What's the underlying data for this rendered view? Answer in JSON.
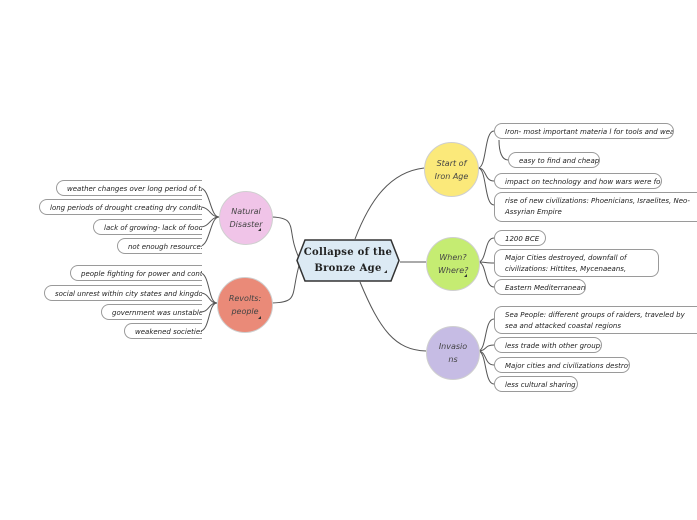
{
  "central": {
    "title": "Collapse of the Bronze Age"
  },
  "topics": {
    "natural_disaster": {
      "label": "Natural Disaster",
      "color": "#f0c4e8",
      "items": [
        "weather changes over long period of time",
        "long periods of drought creating dry conditions",
        "lack of growing- lack of food",
        "not enough resources"
      ]
    },
    "revolts": {
      "label": "Revolts: people",
      "color": "#ea8a78",
      "items": [
        "people fighting for power and control",
        "social unrest within city states and kingdoms",
        "government was unstable",
        "weakened societies"
      ]
    },
    "start_iron_age": {
      "label": "Start of Iron Age",
      "color": "#fbe97a",
      "items": [
        "Iron- most important materia l for tools and weapons",
        "easy to find and cheap",
        "impact on technology and how wars were fought",
        "rise of new civilizations: Phoenicians, Israelites, Neo-Assyrian Empire"
      ]
    },
    "when_where": {
      "label": "When? Where?",
      "color": "#c5ec72",
      "items": [
        "1200 BCE",
        "Major Cities destroyed, downfall of civilizations: Hittites, Mycenaeans, Egyptians",
        "Eastern Mediterranean"
      ]
    },
    "invasions": {
      "label": "Invasions",
      "color": "#c6bce4",
      "items": [
        "Sea People: different groups of raiders, traveled by sea and attacked coastal regions",
        "less trade with other groups",
        "Major cities and civilizations destroyed",
        "less cultural sharing"
      ]
    }
  }
}
